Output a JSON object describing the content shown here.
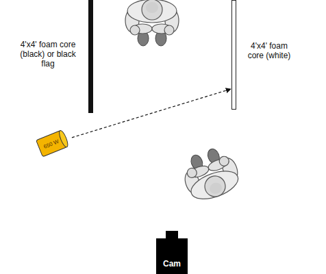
{
  "diagram": {
    "nodes": [
      {
        "text": [
          "4'x4' foam core (black) or black flag"
        ]
      },
      {
        "text": [
          "4'x4' foam core (white)"
        ]
      },
      {
        "text": [
          "650 W"
        ]
      },
      {
        "text": [
          "Cam"
        ]
      }
    ],
    "edges": [
      {
        "from": 2,
        "to": 1,
        "arrow": "to"
      }
    ]
  }
}
